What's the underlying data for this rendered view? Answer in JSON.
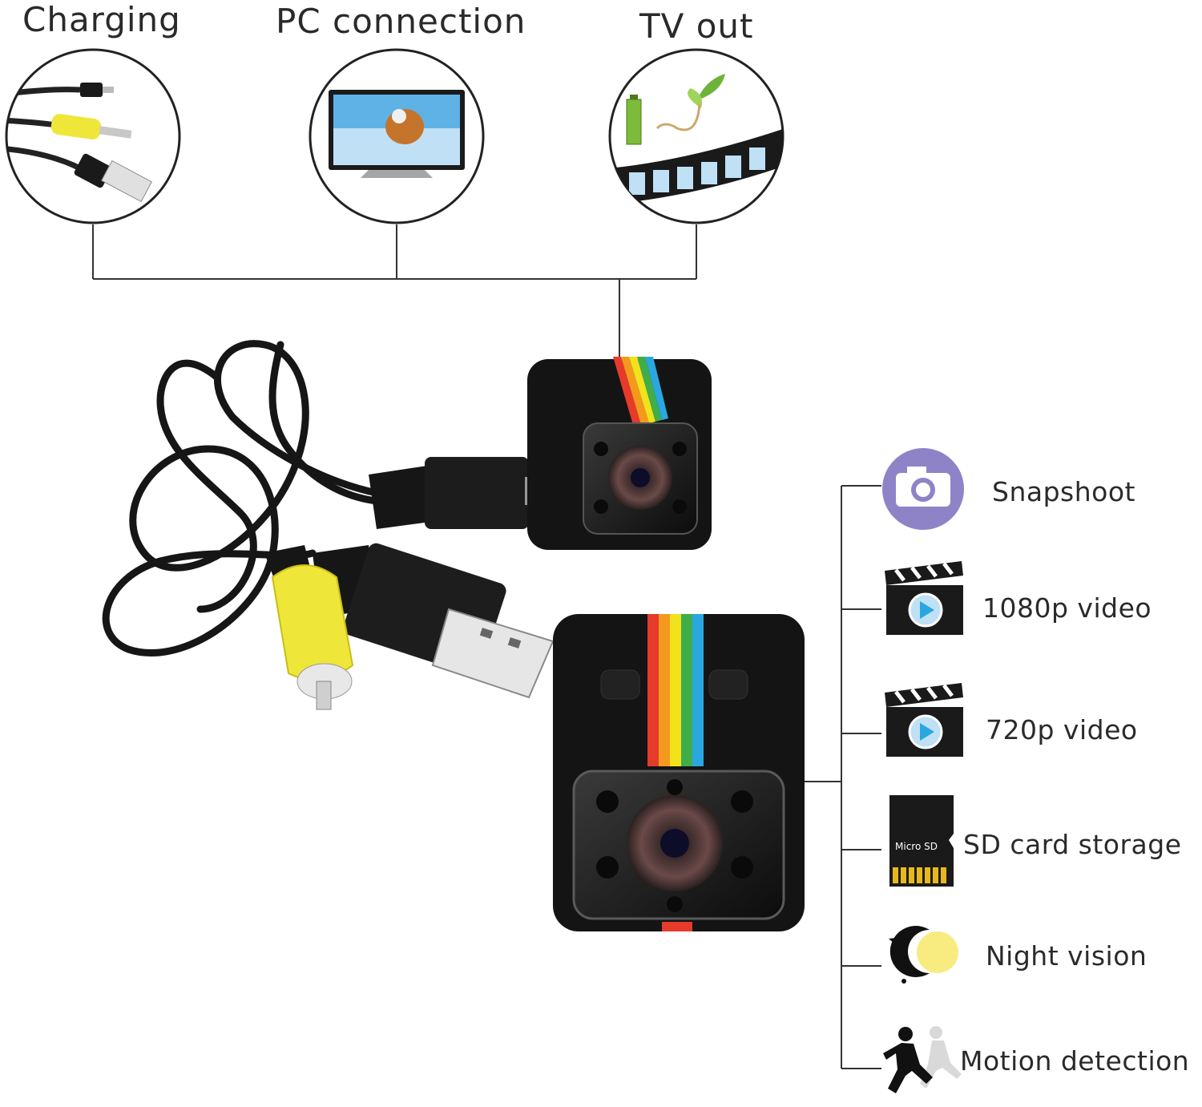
{
  "connections": {
    "charging": "Charging",
    "pc": "PC connection",
    "tv": "TV out"
  },
  "features": [
    {
      "label": "Snapshoot",
      "icon": "camera-icon"
    },
    {
      "label": "1080p video",
      "icon": "clapperboard-icon"
    },
    {
      "label": "720p video",
      "icon": "clapperboard-icon"
    },
    {
      "label": "SD card storage",
      "icon": "micro-sd-card-icon",
      "card_text": "Micro SD"
    },
    {
      "label": "Night vision",
      "icon": "moon-sun-icon"
    },
    {
      "label": "Motion detection",
      "icon": "running-person-icon"
    }
  ],
  "colors": {
    "line": "#333333",
    "camera_body": "#151515",
    "stripe_red": "#e63a2a",
    "stripe_orange": "#f39a1e",
    "stripe_yellow": "#f2e21c",
    "stripe_green": "#3fae4a",
    "stripe_blue": "#2aa7df",
    "snapshoot_circle": "#8f83c8",
    "rca_yellow": "#efe63a"
  }
}
